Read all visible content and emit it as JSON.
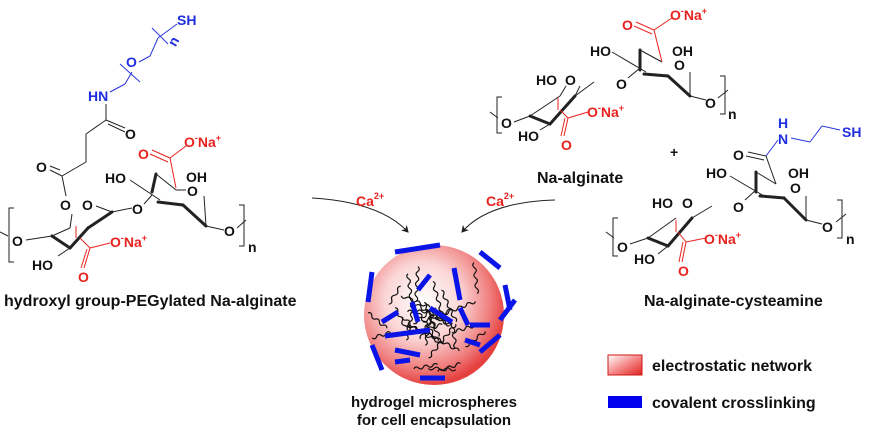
{
  "molecules": {
    "peg_alginate": {
      "name": "hydroxyl group-PEGylated Na-alginate",
      "peg_terminal": "SH",
      "peg_repeat": "n",
      "amide_nh": "HN",
      "ether_o": "O",
      "carbonyl_o": "O",
      "ester_o": "O",
      "carboxylate": "O",
      "counterion": "Na",
      "hydroxyl": "HO",
      "hydroxyl2": "OH",
      "ring_o": "O",
      "polymer_n": "n"
    },
    "na_alginate": {
      "name": "Na-alginate",
      "carboxylate": "O",
      "counterion": "Na",
      "hydroxyl": "HO",
      "hydroxyl2": "OH",
      "ring_o": "O",
      "polymer_n": "n"
    },
    "alginate_cysteamine": {
      "name": "Na-alginate-cysteamine",
      "amide_h": "H",
      "amide_n": "N",
      "thiol": "SH",
      "carbonyl_o": "O",
      "carboxylate": "O",
      "counterion": "Na",
      "hydroxyl": "HO",
      "hydroxyl2": "OH",
      "ring_o": "O",
      "polymer_n": "n"
    }
  },
  "plus_sign": "+",
  "reagents": {
    "left": {
      "ion": "Ca",
      "charge": "2+"
    },
    "right": {
      "ion": "Ca",
      "charge": "2+"
    }
  },
  "product": {
    "caption_line1": "hydrogel microspheres",
    "caption_line2": "for cell encapsulation"
  },
  "legend": {
    "items": [
      {
        "label": "electrostatic network",
        "color": "#e8221e"
      },
      {
        "label": "covalent crosslinking",
        "color": "#0000ee"
      }
    ]
  },
  "colors": {
    "red": "#e8221e",
    "blue": "#1f2ee0",
    "crosslink_blue": "#0a14e6"
  }
}
